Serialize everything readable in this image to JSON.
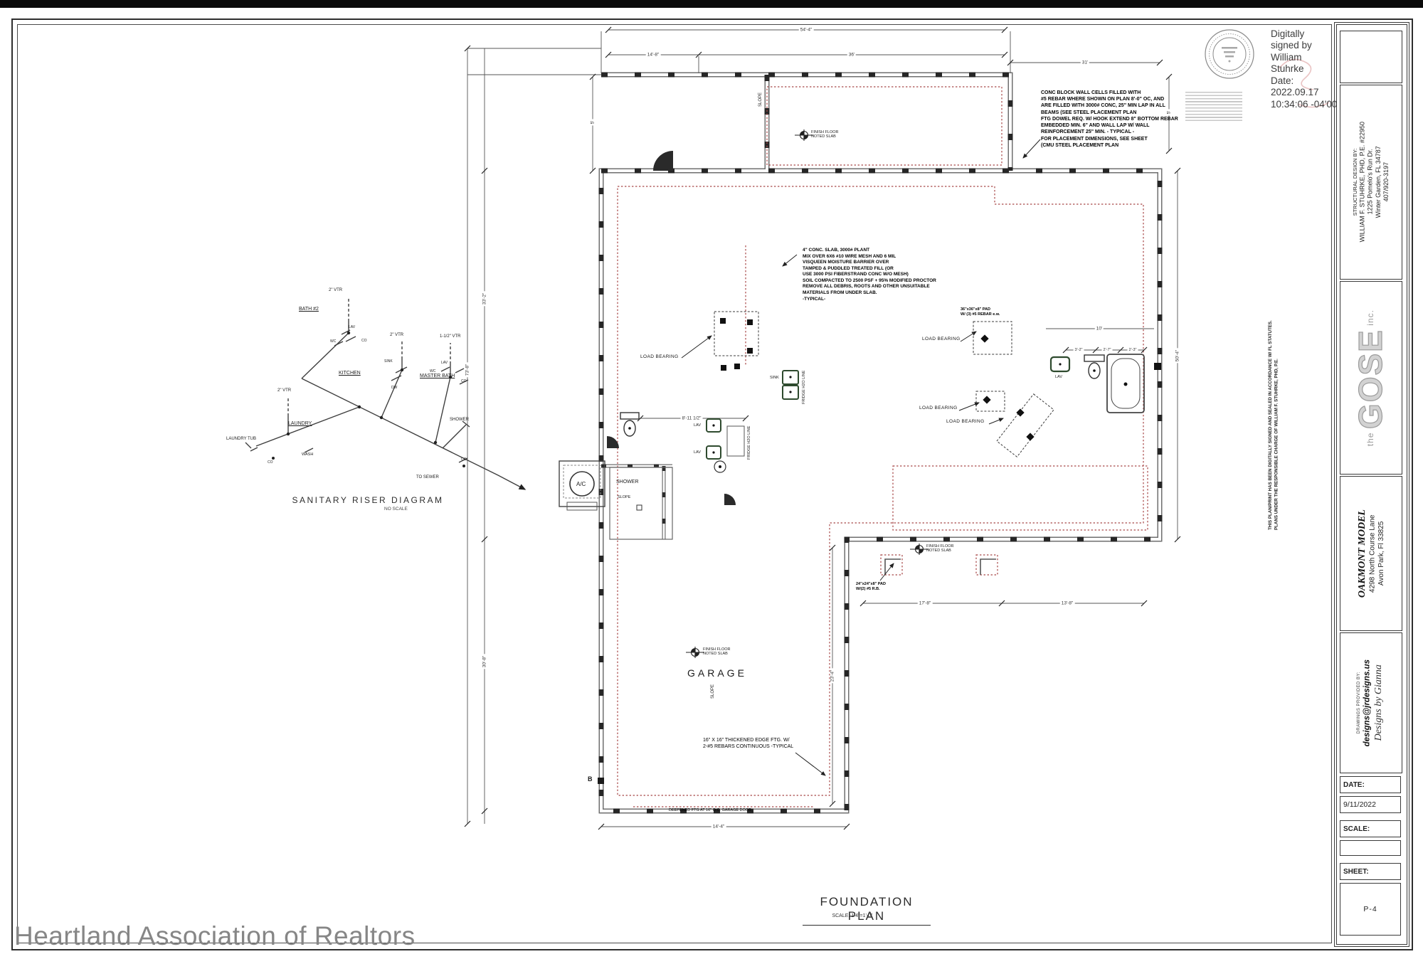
{
  "watermark": "Heartland Association of Realtors",
  "signature": {
    "lines": [
      "Digitally",
      "signed by",
      "William",
      "Stuhrke",
      "Date:",
      "2022.09.17",
      "10:34:06 -04'00'"
    ]
  },
  "title_block": {
    "structural": {
      "heading": "STRUCTURAL DESIGN BY:",
      "name": "WILLIAM F. STUHRKE, PHD, P.E. #22950",
      "street": "1225 Pomelo's Run Dr.",
      "city": "Winter Garden, FL 34787",
      "phone": "407/920-3197"
    },
    "logo": {
      "small": "the",
      "name": "GOSE",
      "suffix": "inc."
    },
    "project": {
      "name": "OAKMONT MODEL",
      "address1": "4298 North Course Lane",
      "address2": "Avon Park, Fl 33825"
    },
    "drawings": {
      "label": "DRAWINGS PROVIDED BY:",
      "email": "designs@jrdesigns.us",
      "byline": "Designs by Gianna"
    },
    "date_label": "DATE:",
    "date_value": "9/11/2022",
    "scale_label": "SCALE:",
    "scale_value": "",
    "sheet_label": "SHEET:",
    "sheet_value": "P-4"
  },
  "riser": {
    "title": "SANITARY RISER DIAGRAM",
    "scale": "NO SCALE",
    "labels": {
      "bath2": "BATH #2",
      "kitchen": "KITCHEN",
      "master": "MASTER BATH",
      "laundry": "LAUNDRY",
      "laundry_tub": "LAUNDRY TUB",
      "to_sewer": "TO SEWER",
      "shower": "SHOWER",
      "wash": "WASH",
      "vtr2": "2\" VTR",
      "vtr112": "1-1/2\" VTR",
      "lav": "LAV",
      "wc": "WC",
      "co": "CO",
      "dw": "DW",
      "sink": "SINK"
    }
  },
  "plan": {
    "title": "FOUNDATION PLAN",
    "scale_note": "SCALE: 1/4\"=1'-0\"",
    "labels": {
      "garage": "GARAGE",
      "ac": "A/C",
      "shower": "SHOWER",
      "slope": "SLOPE",
      "load_bearing": "LOAD BEARING",
      "lav": "LAV",
      "sink": "SINK",
      "fridge_line": "FRIDGE H2O LINE",
      "section_b": "B",
      "finish_floor": [
        "FINISH FLOOR",
        "NOTED SLAB"
      ]
    },
    "notes": {
      "slab": [
        "4\" CONC. SLAB, 3000# PLANT",
        "MIX OVER 6X6 #10 WIRE MESH AND 6 MIL",
        "VISQUEEN MOISTURE BARRIER OVER",
        "TAMPED & PUDDLED TREATED FILL (OR",
        "USE 3000 PSI FIBERSTRAND CONC W/O MESH)",
        "SOIL COMPACTED TO 2500 PSF + 95% MODIFIED PROCTOR",
        "REMOVE ALL DEBRIS, ROOTS AND OTHER UNSUITABLE",
        "MATERIALS FROM UNDER SLAB.",
        "-TYPICAL-"
      ],
      "block_wall": [
        "CONC BLOCK WALL CELLS FILLED WITH",
        "#5 REBAR WHERE SHOWN ON PLAN 8'-0\" OC, AND",
        "ARE FILLED WITH 3000# CONC, 25\" MIN LAP IN ALL",
        "BEAMS (SEE STEEL PLACEMENT PLAN",
        "FTG DOWEL REQ. W/ HOOK EXTEND 8\" BOTTOM REBAR",
        "EMBEDDED MIN. 6\" AND WALL LAP W/ WALL",
        "REINFORCEMENT 25\" MIN. - TYPICAL -",
        "FOR PLACEMENT DIMENSIONS, SEE SHEET",
        "(CMU STEEL PLACEMENT PLAN"
      ],
      "garage_ftg": [
        "16\" X 16\" THICKENED EDGE FTG. W/",
        "2-#5 REBARS CONTINUOUS   -TYPICAL"
      ],
      "pad36": [
        "36\"x36\"x8\" PAD",
        "W/ (3) #5 REBAR e.w."
      ],
      "pad24": [
        "24\"x24\"x8\" PAD",
        "W/(2) #5 R.B."
      ],
      "deepened": "DEEPENED FTG AT 16\" O.C. GARAGE DOOR",
      "disclaimer": [
        "THIS PLAN/PRINT HAS BEEN DIGITALLY SIGNED AND SEALED IN ACCORDANCE W/ FL STATUTES.",
        "PLANS UNDER THE RESPONSIBLE CHARGE OF WILLIAM F. STUHRKE, PHD, P.E."
      ]
    },
    "dims": {
      "top_a": "54'-4\"",
      "top_b": "14'-8\"",
      "top_c": "36'",
      "top_right": "31'",
      "right_small": "5'",
      "porch_a": "5'",
      "left_a": "73'-8\"",
      "left_b": "33'-2\"",
      "left_c": "30'-8\"",
      "right_a": "50'-4\"",
      "bottom_a": "14'-4\"",
      "mid_a": "8'-11 1/2\"",
      "mid_b": "17'-8\"",
      "mid_c": "13'-8\"",
      "mb_a": "3'-2\"",
      "mb_b": "2'-7\"",
      "mb_c": "2'-3\"",
      "mb_d": "10'",
      "gar_a": "23'-4\""
    }
  }
}
